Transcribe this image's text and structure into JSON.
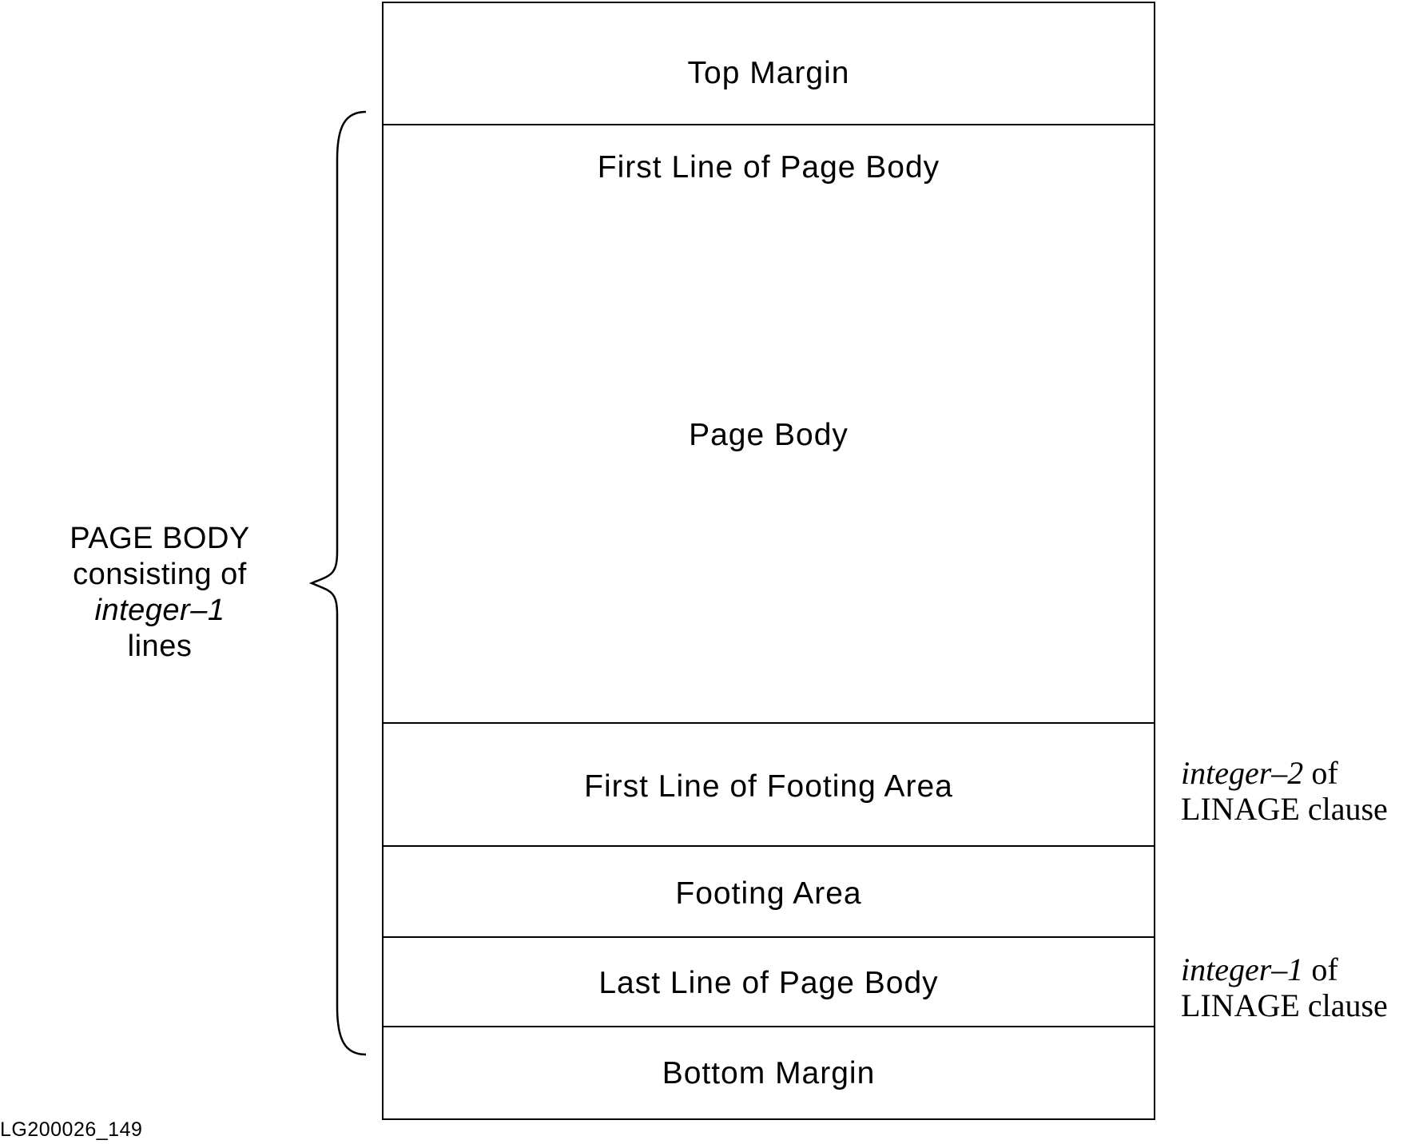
{
  "regions": {
    "top_margin": "Top Margin",
    "first_line_page_body": "First Line of Page Body",
    "page_body": "Page Body",
    "first_line_footing_area": "First Line of Footing Area",
    "footing_area": "Footing Area",
    "last_line_page_body": "Last Line of Page Body",
    "bottom_margin": "Bottom Margin"
  },
  "left_annotation": {
    "line1": "PAGE BODY",
    "line2": "consisting of",
    "line3": "integer–1",
    "line4": "lines"
  },
  "right_annotations": {
    "footing": {
      "term": "integer–2",
      "suffix": " of",
      "line2": "LINAGE clause"
    },
    "last_line": {
      "term": "integer–1",
      "suffix": " of",
      "line2": "LINAGE clause"
    }
  },
  "figure_id": "LG200026_149"
}
